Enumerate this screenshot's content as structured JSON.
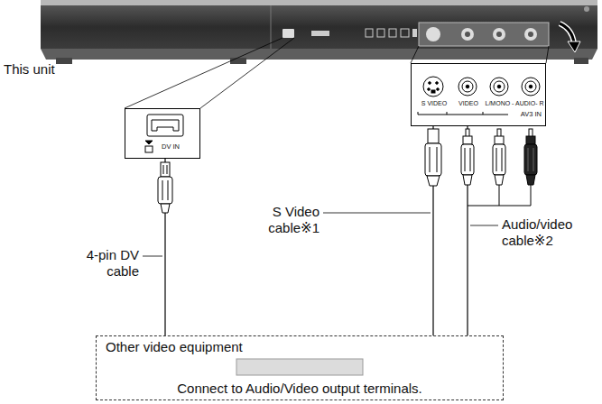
{
  "diagram": {
    "nodes": [
      {
        "text": [
          "DV IN"
        ]
      },
      {
        "text": [
          "S VIDEO",
          "VIDEO",
          "L/MONO - AUDIO- R",
          "AV3 IN"
        ]
      },
      {
        "text": [
          "Other video equipment",
          "Connect to Audio/Video output terminals."
        ]
      }
    ],
    "edges": [
      {
        "from": 0,
        "to": 2,
        "arrow": "none"
      },
      {
        "from": 1,
        "to": 2,
        "arrow": "none"
      },
      {
        "from": 1,
        "to": 2,
        "arrow": "none"
      }
    ],
    "labels": [
      "This unit",
      "4-pin DV cable",
      "S Video cable※1",
      "Audio/video cable※2"
    ]
  }
}
